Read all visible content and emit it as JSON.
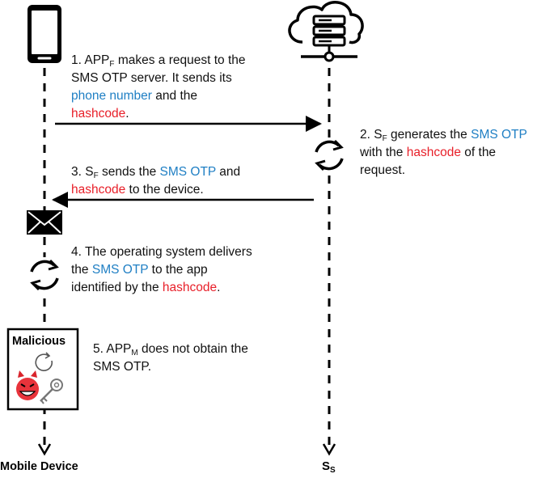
{
  "lanes": {
    "mobile_label": "Mobile Device",
    "server_label_main": "S",
    "server_label_sub": "S"
  },
  "malicious_box": {
    "title": "Malicious"
  },
  "steps": [
    {
      "l1a": "1. APP",
      "l1sub": "F",
      "l1b": " makes a request to the",
      "l2": "SMS OTP server. It sends its",
      "l3blue": "phone number",
      "l3b": " and the",
      "l4red": "hashcode",
      "l4b": "."
    },
    {
      "l1a": "2. S",
      "l1sub": "F",
      "l1b": " generates the ",
      "l1blue": "SMS OTP",
      "l2a": "with the ",
      "l2red": "hashcode",
      "l2b": " of the",
      "l3": "request."
    },
    {
      "l1a": "3. S",
      "l1sub": "F",
      "l1b": " sends the ",
      "l1blue": "SMS OTP",
      "l1c": " and",
      "l2red": "hashcode",
      "l2b": " to the device."
    },
    {
      "l1": "4. The operating system delivers",
      "l2a": "the ",
      "l2blue": "SMS OTP",
      "l2b": " to the app",
      "l3a": "identified by the ",
      "l3red": "hashcode",
      "l3b": "."
    },
    {
      "l1a": "5. APP",
      "l1sub": "M",
      "l1b": " does not obtain the",
      "l2": "SMS OTP."
    }
  ],
  "colors": {
    "highlight_blue": "#1f7fc4",
    "highlight_red": "#e8202a"
  },
  "icons": [
    "smartphone-icon",
    "cloud-server-icon",
    "sync-icon",
    "envelope-icon",
    "devil-face-icon",
    "key-icon",
    "refresh-icon"
  ]
}
